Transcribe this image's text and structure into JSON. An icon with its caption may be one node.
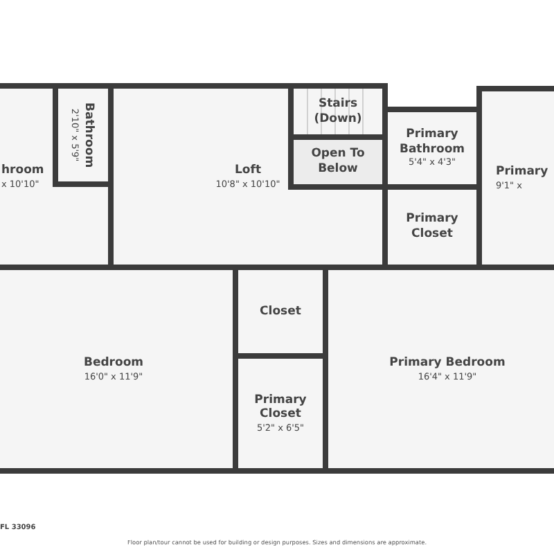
{
  "diagram": {
    "nodes": [
      {
        "text": [
          "hroom",
          "x 10'10\""
        ]
      },
      {
        "text": [
          "Bathroom",
          "2'10\" x 5'9\""
        ],
        "in": 0
      },
      {
        "text": [
          "Loft",
          "10'8\" x 10'10\""
        ]
      },
      {
        "text": [
          "Stairs (Down)"
        ],
        "in": 2
      },
      {
        "text": [
          "Open To Below"
        ],
        "in": 2
      },
      {
        "text": [
          "Primary Bathroom",
          "5'4\" x 4'3\""
        ]
      },
      {
        "text": [
          "Primary Closet"
        ]
      },
      {
        "text": [
          "Primary",
          "9'1\" x"
        ]
      },
      {
        "text": [
          "Bedroom",
          "16'0\" x 11'9\""
        ]
      },
      {
        "text": [
          "Closet"
        ]
      },
      {
        "text": [
          "Primary Closet",
          "5'2\" x 6'5\""
        ]
      },
      {
        "text": [
          "Primary Bedroom",
          "16'4\" x 11'9\""
        ]
      }
    ],
    "labels": [
      "FL 33096",
      "Floor plan/tour cannot be used for building or design purposes. Sizes and dimensions are approximate."
    ]
  }
}
